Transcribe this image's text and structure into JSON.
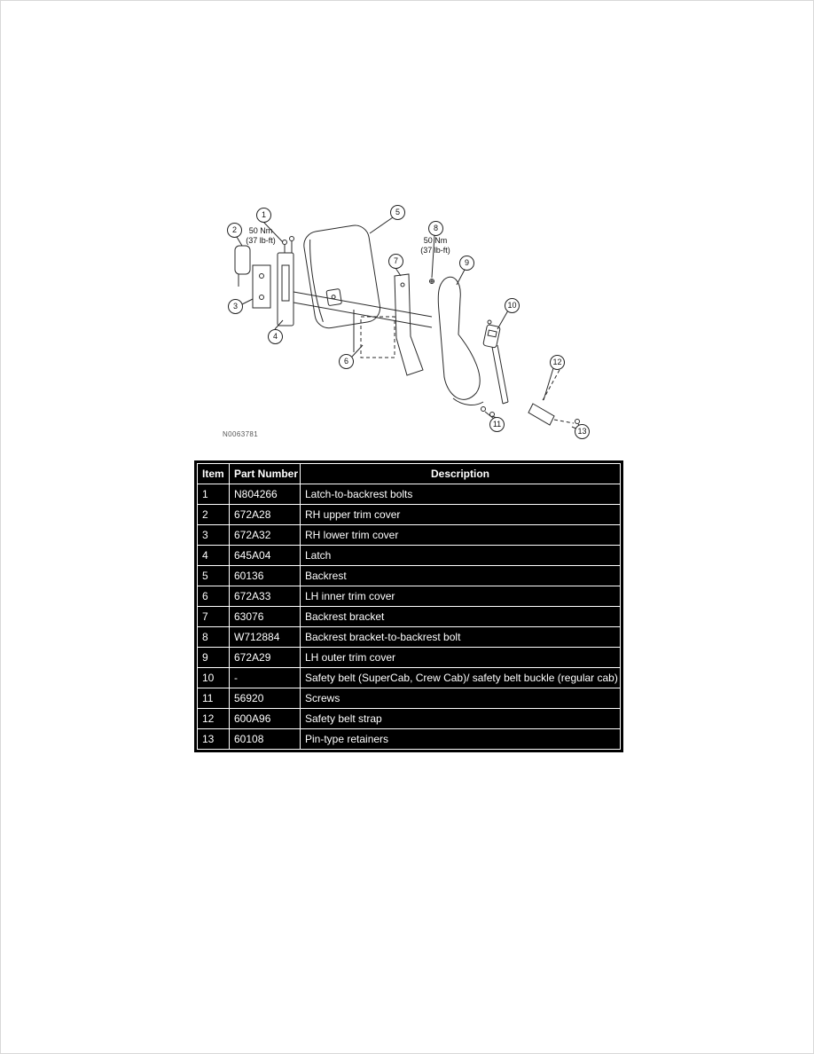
{
  "diagram": {
    "figure_id": "N0063781",
    "callouts": [
      {
        "label": "1"
      },
      {
        "label": "2"
      },
      {
        "label": "3"
      },
      {
        "label": "4"
      },
      {
        "label": "5"
      },
      {
        "label": "6"
      },
      {
        "label": "7"
      },
      {
        "label": "8"
      },
      {
        "label": "9"
      },
      {
        "label": "10"
      },
      {
        "label": "11"
      },
      {
        "label": "12"
      },
      {
        "label": "13"
      }
    ],
    "torque_labels": [
      {
        "line1": "50 Nm",
        "line2": "(37 lb-ft)"
      },
      {
        "line1": "50 Nm",
        "line2": "(37 lb-ft)"
      }
    ]
  },
  "table": {
    "headers": {
      "item": "Item",
      "part_number": "Part Number",
      "description": "Description"
    },
    "rows": [
      {
        "item": "1",
        "part_number": "N804266",
        "description": "Latch-to-backrest bolts"
      },
      {
        "item": "2",
        "part_number": "672A28",
        "description": "RH upper trim cover"
      },
      {
        "item": "3",
        "part_number": "672A32",
        "description": "RH lower trim cover"
      },
      {
        "item": "4",
        "part_number": "645A04",
        "description": "Latch"
      },
      {
        "item": "5",
        "part_number": "60136",
        "description": "Backrest"
      },
      {
        "item": "6",
        "part_number": "672A33",
        "description": "LH inner trim cover"
      },
      {
        "item": "7",
        "part_number": "63076",
        "description": "Backrest bracket"
      },
      {
        "item": "8",
        "part_number": "W712884",
        "description": "Backrest bracket-to-backrest bolt"
      },
      {
        "item": "9",
        "part_number": "672A29",
        "description": "LH outer trim cover"
      },
      {
        "item": "10",
        "part_number": "-",
        "description": "Safety belt (SuperCab, Crew Cab)/ safety belt buckle (regular cab)"
      },
      {
        "item": "11",
        "part_number": "56920",
        "description": "Screws"
      },
      {
        "item": "12",
        "part_number": "600A96",
        "description": "Safety belt strap"
      },
      {
        "item": "13",
        "part_number": "60108",
        "description": "Pin-type retainers"
      }
    ]
  }
}
